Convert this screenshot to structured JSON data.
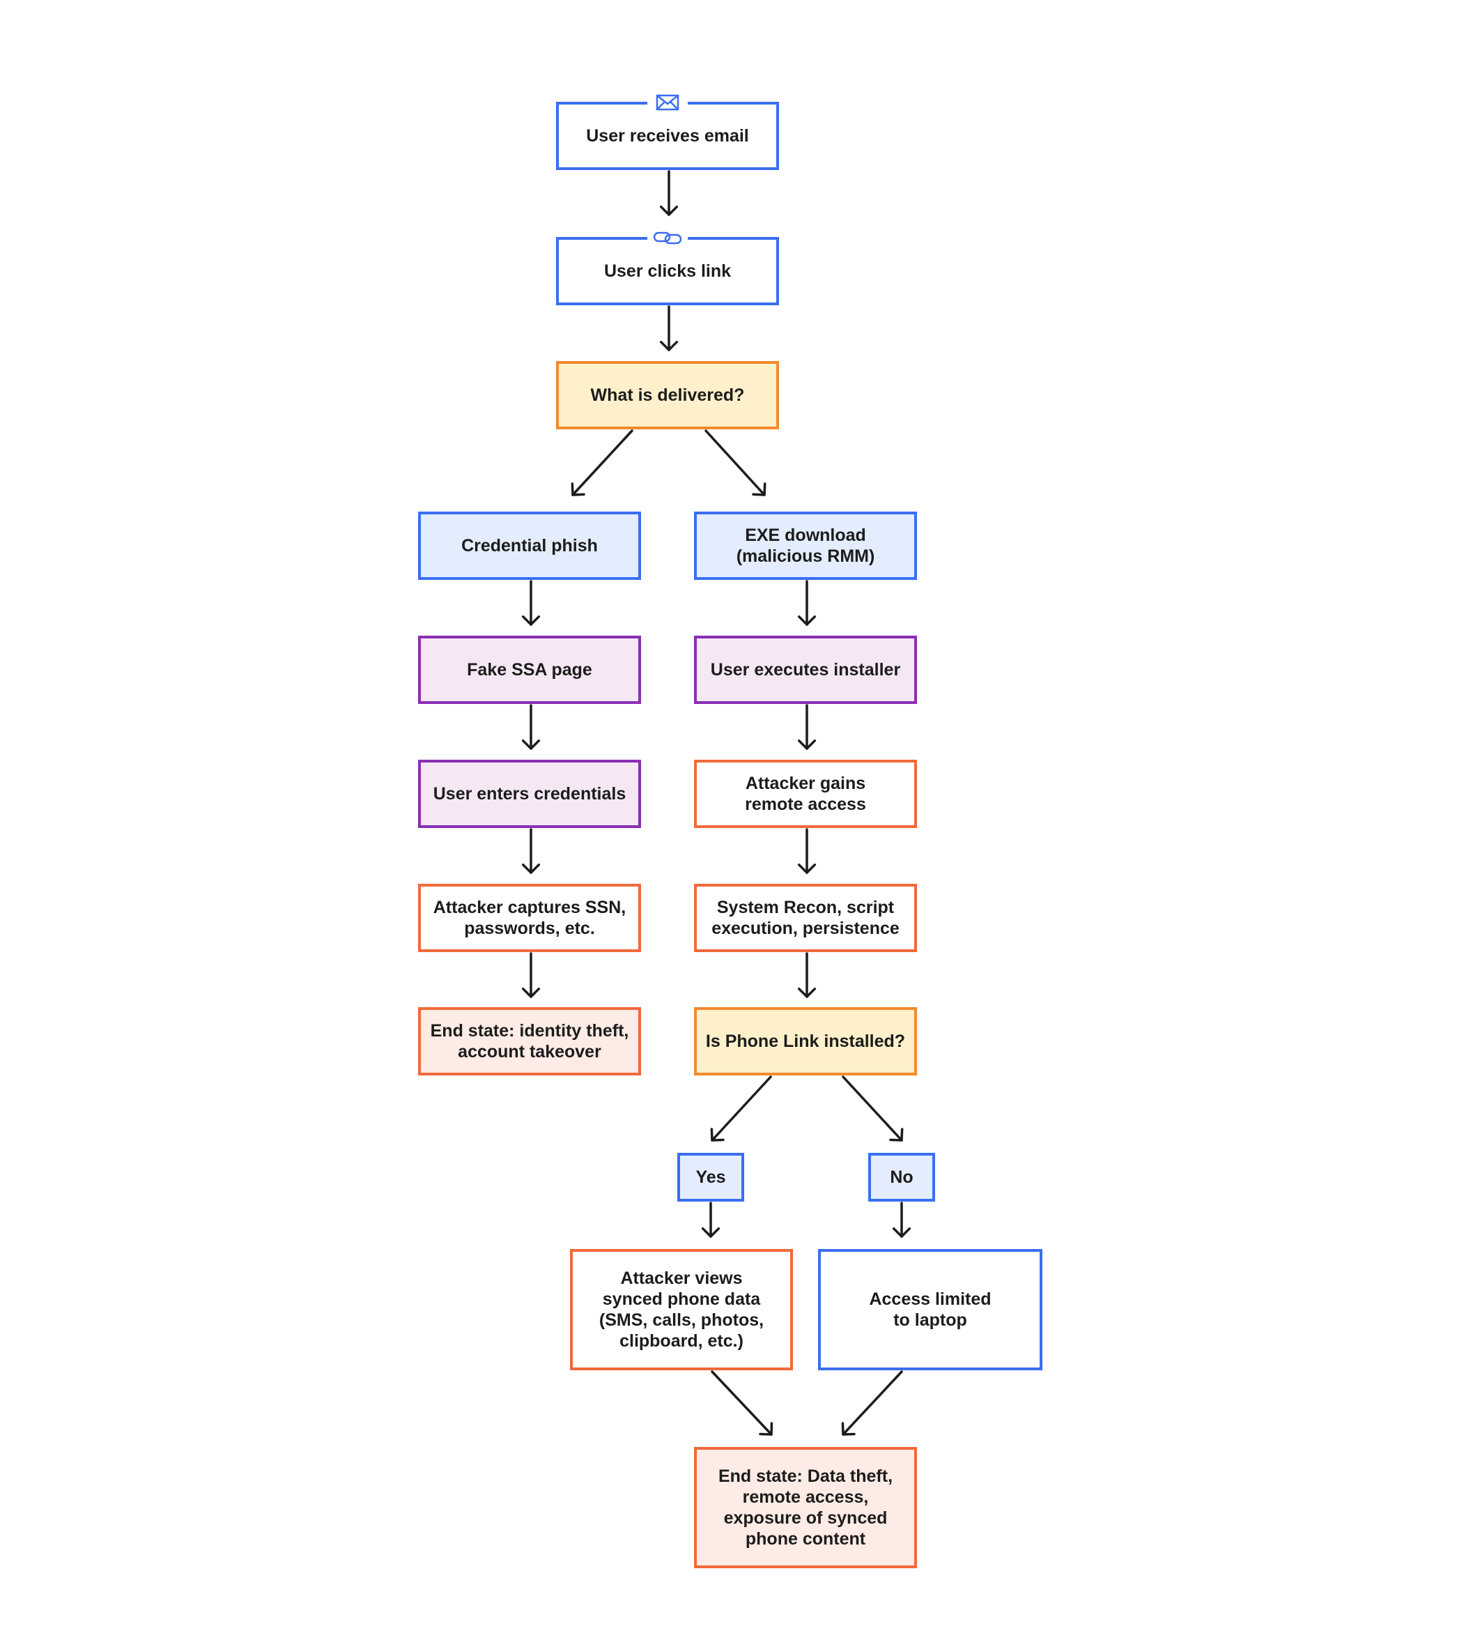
{
  "diagram": {
    "nodes": [
      {
        "id": "user-receives-email",
        "label": "User receives email",
        "style": "blue-outline",
        "icon": "envelope-icon"
      },
      {
        "id": "user-clicks-link",
        "label": "User clicks link",
        "style": "blue-outline",
        "icon": "link-icon"
      },
      {
        "id": "what-is-delivered",
        "label": "What is delivered?",
        "style": "orange-decision"
      },
      {
        "id": "credential-phish",
        "label": "Credential phish",
        "style": "blue-fill"
      },
      {
        "id": "exe-download",
        "label": "EXE download\n(malicious RMM)",
        "style": "blue-fill"
      },
      {
        "id": "fake-ssa-page",
        "label": "Fake SSA page",
        "style": "purple"
      },
      {
        "id": "user-executes-installer",
        "label": "User executes installer",
        "style": "purple"
      },
      {
        "id": "user-enters-credentials",
        "label": "User enters credentials",
        "style": "purple"
      },
      {
        "id": "attacker-gains-remote-access",
        "label": "Attacker gains\nremote access",
        "style": "red-outline"
      },
      {
        "id": "attacker-captures-ssn",
        "label": "Attacker captures SSN,\npasswords, etc.",
        "style": "red-outline"
      },
      {
        "id": "system-recon",
        "label": "System Recon, script\nexecution, persistence",
        "style": "red-outline"
      },
      {
        "id": "end-state-identity-theft",
        "label": "End state: identity theft,\naccount takeover",
        "style": "red-fill"
      },
      {
        "id": "is-phone-link-installed",
        "label": "Is Phone Link installed?",
        "style": "orange-decision"
      },
      {
        "id": "yes",
        "label": "Yes",
        "style": "blue-fill"
      },
      {
        "id": "no",
        "label": "No",
        "style": "blue-fill"
      },
      {
        "id": "attacker-views-synced-data",
        "label": "Attacker views\nsynced phone data\n(SMS, calls, photos,\nclipboard, etc.)",
        "style": "red-outline"
      },
      {
        "id": "access-limited-to-laptop",
        "label": "Access limited\nto laptop",
        "style": "blue-outline"
      },
      {
        "id": "end-state-data-theft",
        "label": "End state: Data theft,\nremote access,\nexposure of synced\nphone content",
        "style": "red-fill"
      }
    ],
    "edges": [
      {
        "from": "user-receives-email",
        "to": "user-clicks-link"
      },
      {
        "from": "user-clicks-link",
        "to": "what-is-delivered"
      },
      {
        "from": "what-is-delivered",
        "to": "credential-phish"
      },
      {
        "from": "what-is-delivered",
        "to": "exe-download"
      },
      {
        "from": "credential-phish",
        "to": "fake-ssa-page"
      },
      {
        "from": "fake-ssa-page",
        "to": "user-enters-credentials"
      },
      {
        "from": "user-enters-credentials",
        "to": "attacker-captures-ssn"
      },
      {
        "from": "attacker-captures-ssn",
        "to": "end-state-identity-theft"
      },
      {
        "from": "exe-download",
        "to": "user-executes-installer"
      },
      {
        "from": "user-executes-installer",
        "to": "attacker-gains-remote-access"
      },
      {
        "from": "attacker-gains-remote-access",
        "to": "system-recon"
      },
      {
        "from": "system-recon",
        "to": "is-phone-link-installed"
      },
      {
        "from": "is-phone-link-installed",
        "to": "yes"
      },
      {
        "from": "is-phone-link-installed",
        "to": "no"
      },
      {
        "from": "yes",
        "to": "attacker-views-synced-data"
      },
      {
        "from": "no",
        "to": "access-limited-to-laptop"
      },
      {
        "from": "attacker-views-synced-data",
        "to": "end-state-data-theft"
      },
      {
        "from": "access-limited-to-laptop",
        "to": "end-state-data-theft"
      }
    ]
  },
  "colors": {
    "blue": "#3b6ef0",
    "blue_fill": "#e3edfd",
    "orange": "#f28a2e",
    "orange_fill": "#fdf0cb",
    "purple": "#8a2fb4",
    "purple_fill": "#f5e8f4",
    "red": "#f06a3a",
    "red_fill": "#fdebe5",
    "arrow": "#1c1c1c",
    "text": "#1c1c1c"
  }
}
